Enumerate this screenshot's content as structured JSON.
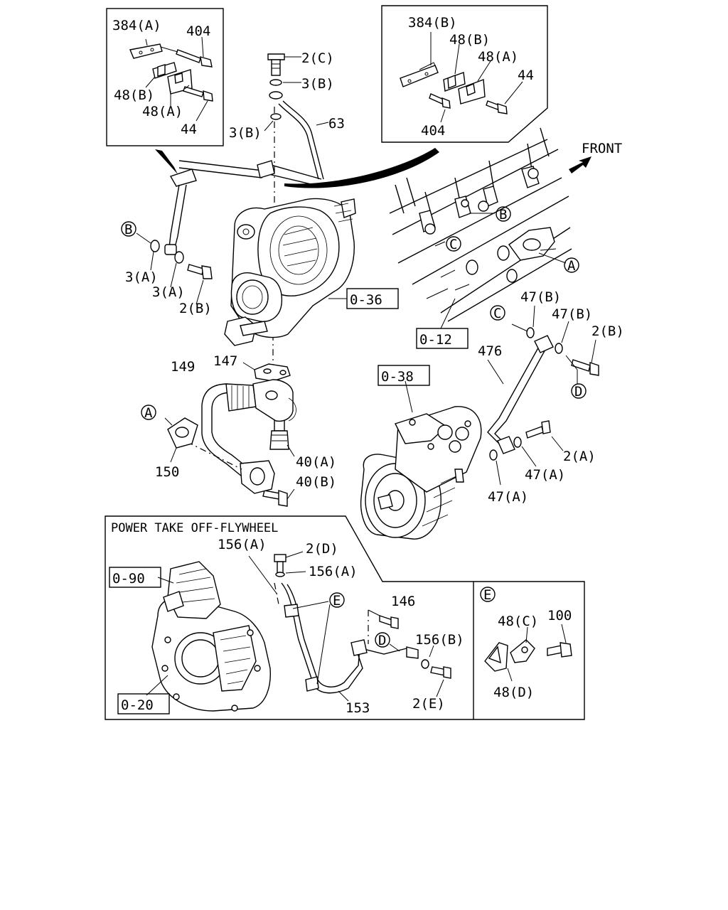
{
  "callouts": {
    "c_384A": "384(A)",
    "c_404a": "404",
    "c_48Ba": "48(B)",
    "c_48Aa": "48(A)",
    "c_44a": "44",
    "c_2C": "2(C)",
    "c_3Bt": "3(B)",
    "c_3Bm": "3(B)",
    "c_63": "63",
    "c_384B": "384(B)",
    "c_48Bb": "48(B)",
    "c_48Ab": "48(A)",
    "c_44b": "44",
    "c_404b": "404",
    "front": "FRONT",
    "c_3Aa": "3(A)",
    "c_3Ab": "3(A)",
    "c_2B": "2(B)",
    "ref_036": "0-36",
    "ref_012": "0-12",
    "c_47Bt": "47(B)",
    "c_47Br": "47(B)",
    "c_2Br": "2(B)",
    "c_476": "476",
    "ref_038": "0-38",
    "c_149": "149",
    "c_147": "147",
    "c_150": "150",
    "c_40A": "40(A)",
    "c_40B": "40(B)",
    "c_2A": "2(A)",
    "c_47Aa": "47(A)",
    "c_47Ab": "47(A)",
    "pto_title": "POWER TAKE OFF-FLYWHEEL",
    "c_156At": "156(A)",
    "c_2D": "2(D)",
    "c_156Ar": "156(A)",
    "ref_090": "0-90",
    "c_146": "146",
    "c_156B": "156(B)",
    "c_153": "153",
    "c_2E": "2(E)",
    "ref_020": "0-20",
    "c_48C": "48(C)",
    "c_100": "100",
    "c_48D": "48(D)"
  },
  "markers": {
    "A": "A",
    "B": "B",
    "C": "C",
    "D": "D",
    "E": "E"
  }
}
